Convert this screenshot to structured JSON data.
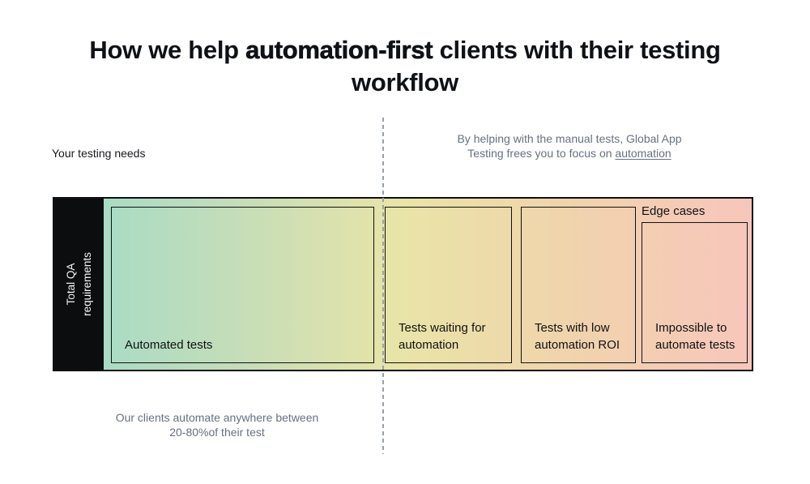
{
  "title": {
    "pre": "How we help ",
    "bold": "automation-first",
    "post": " clients with their testing workflow"
  },
  "left_label": "Your testing needs",
  "right_caption": {
    "line1": "By helping with the manual tests, Global App",
    "line2_pre": "Testing frees you to focus on ",
    "link": "automation"
  },
  "bottom_caption": {
    "line1": "Our clients automate anywhere between",
    "line2": "20-80%of their test"
  },
  "bar": {
    "axis_label_line1": "Total QA",
    "axis_label_line2": "requirements",
    "edge_cases_label": "Edge cases",
    "segments": [
      {
        "label": "Automated tests"
      },
      {
        "label": "Tests waiting for automation"
      },
      {
        "label": "Tests with low automation ROI"
      },
      {
        "label": "Impossible to automate tests"
      }
    ]
  },
  "colors": {
    "gradient_start": "#a9dcc5",
    "gradient_mid": "#e9e4a7",
    "gradient_end": "#f7c6bb",
    "axis_block": "#0c0d0f",
    "caption_gray": "#667085",
    "divider_gray": "#98a0a8",
    "text_black": "#101114"
  }
}
